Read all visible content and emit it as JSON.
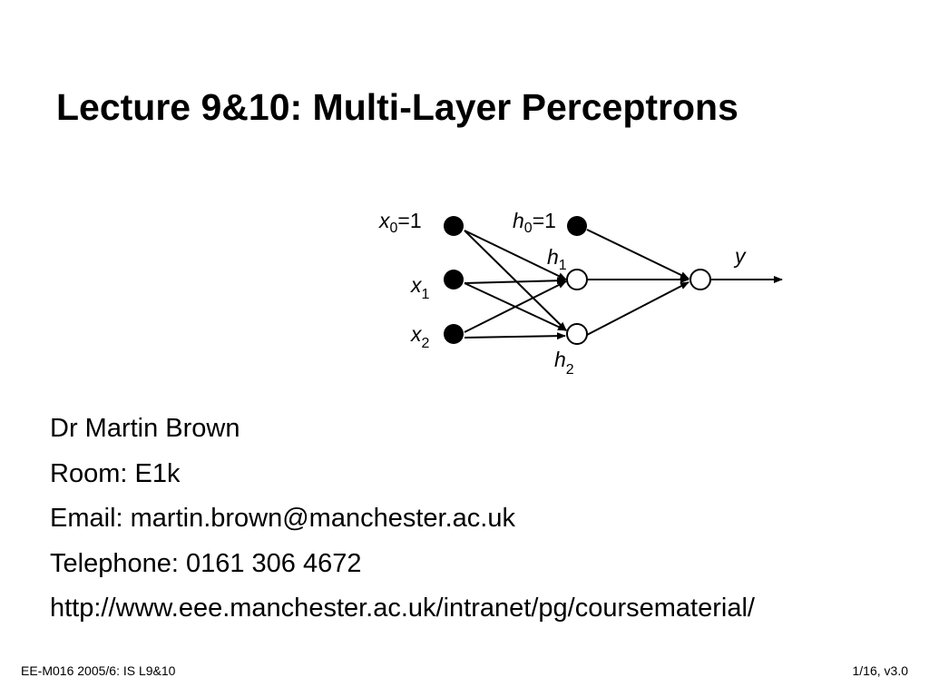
{
  "slide": {
    "title": "Lecture 9&10: Multi-Layer Perceptrons"
  },
  "diagram": {
    "labels": {
      "x0": {
        "var": "x",
        "sub": "0",
        "suffix": "=1"
      },
      "x1": {
        "var": "x",
        "sub": "1"
      },
      "x2": {
        "var": "x",
        "sub": "2"
      },
      "h0": {
        "var": "h",
        "sub": "0",
        "suffix": "=1"
      },
      "h1": {
        "var": "h",
        "sub": "1"
      },
      "h2": {
        "var": "h",
        "sub": "2"
      },
      "y": {
        "var": "y"
      }
    }
  },
  "contact": {
    "name": "Dr Martin Brown",
    "room": "Room: E1k",
    "email": "Email: martin.brown@manchester.ac.uk",
    "telephone": "Telephone: 0161 306 4672",
    "url": "http://www.eee.manchester.ac.uk/intranet/pg/coursematerial/"
  },
  "footer": {
    "left": "EE-M016 2005/6: IS L9&10",
    "right": "1/16, v3.0"
  }
}
